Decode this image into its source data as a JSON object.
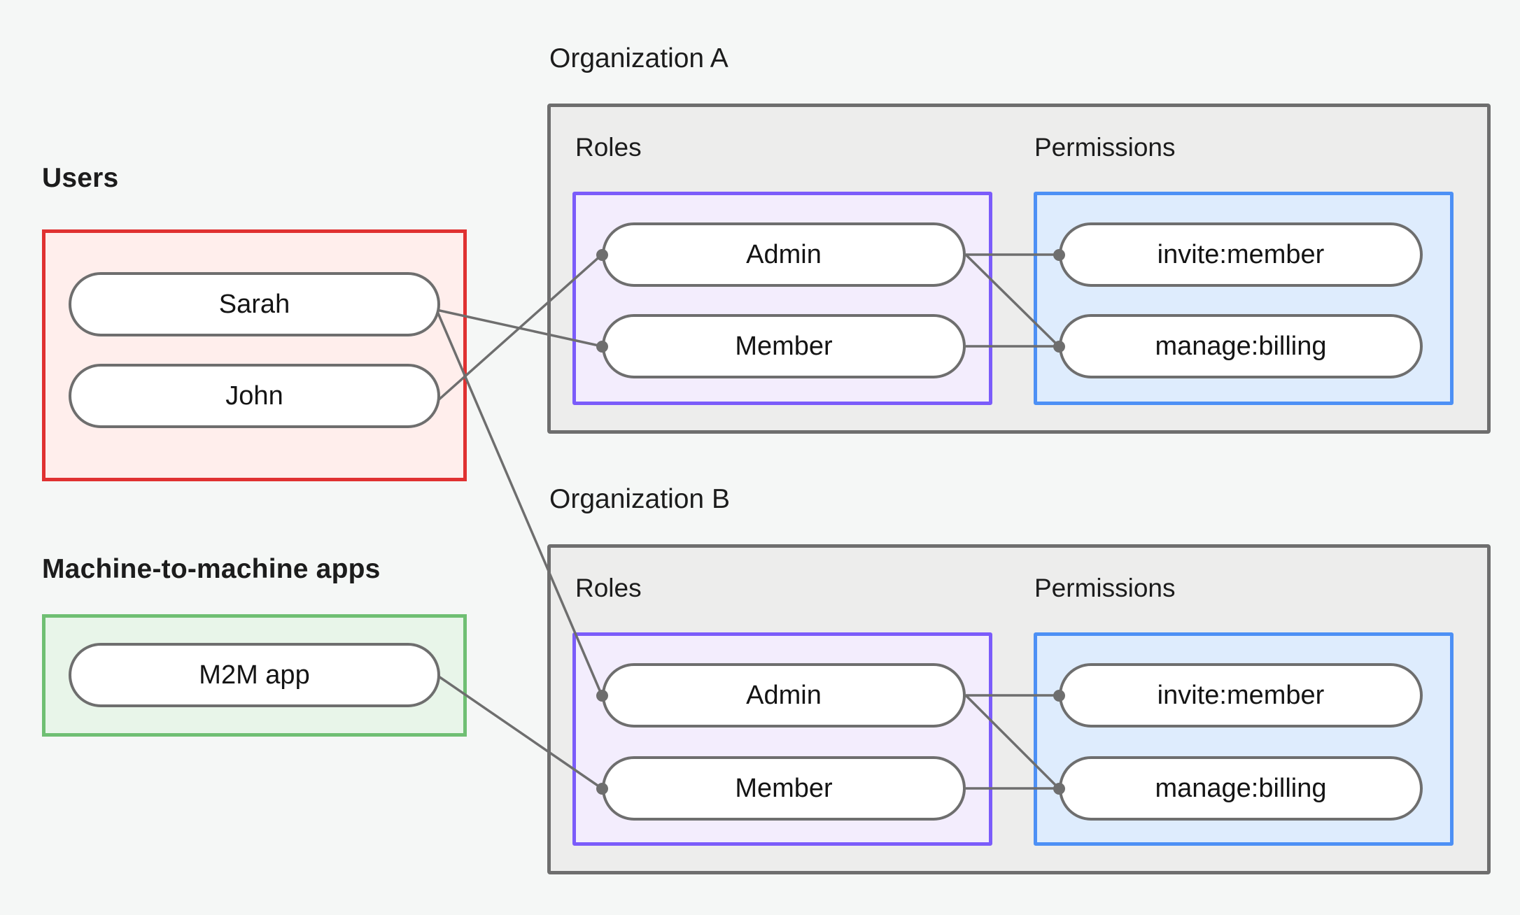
{
  "palette": {
    "background": "#f5f7f6",
    "users_border": "#e03131",
    "users_fill": "#ffeeec",
    "m2m_border": "#6fbf73",
    "m2m_fill": "#e8f5e9",
    "org_border": "#6e6e6e",
    "org_fill": "#ededec",
    "roles_border": "#7b5cfa",
    "roles_fill": "#f3edfd",
    "perms_border": "#4d90f5",
    "perms_fill": "#deecfd",
    "pill_border": "#6e6e6e",
    "pill_fill": "#ffffff",
    "edge_stroke": "#6e6e6e",
    "text": "#141414"
  },
  "left": {
    "users": {
      "caption": "Users",
      "items": [
        {
          "label": "Sarah"
        },
        {
          "label": "John"
        }
      ]
    },
    "m2m": {
      "caption": "Machine-to-machine apps",
      "items": [
        {
          "label": "M2M app"
        }
      ]
    }
  },
  "organizations": [
    {
      "caption": "Organization A",
      "roles": {
        "caption": "Roles",
        "items": [
          {
            "label": "Admin"
          },
          {
            "label": "Member"
          }
        ]
      },
      "permissions": {
        "caption": "Permissions",
        "items": [
          {
            "label": "invite:member"
          },
          {
            "label": "manage:billing"
          }
        ]
      }
    },
    {
      "caption": "Organization B",
      "roles": {
        "caption": "Roles",
        "items": [
          {
            "label": "Admin"
          },
          {
            "label": "Member"
          }
        ]
      },
      "permissions": {
        "caption": "Permissions",
        "items": [
          {
            "label": "invite:member"
          },
          {
            "label": "manage:billing"
          }
        ]
      }
    }
  ],
  "edges": [
    {
      "from": "Sarah",
      "to": "Organization A / Member"
    },
    {
      "from": "Sarah",
      "to": "Organization B / Admin"
    },
    {
      "from": "John",
      "to": "Organization A / Admin"
    },
    {
      "from": "M2M app",
      "to": "Organization B / Member"
    },
    {
      "from": "Organization A / Admin",
      "to": "Organization A / invite:member"
    },
    {
      "from": "Organization A / Admin",
      "to": "Organization A / manage:billing"
    },
    {
      "from": "Organization A / Member",
      "to": "Organization A / manage:billing"
    },
    {
      "from": "Organization B / Admin",
      "to": "Organization B / invite:member"
    },
    {
      "from": "Organization B / Admin",
      "to": "Organization B / manage:billing"
    },
    {
      "from": "Organization B / Member",
      "to": "Organization B / manage:billing"
    }
  ]
}
